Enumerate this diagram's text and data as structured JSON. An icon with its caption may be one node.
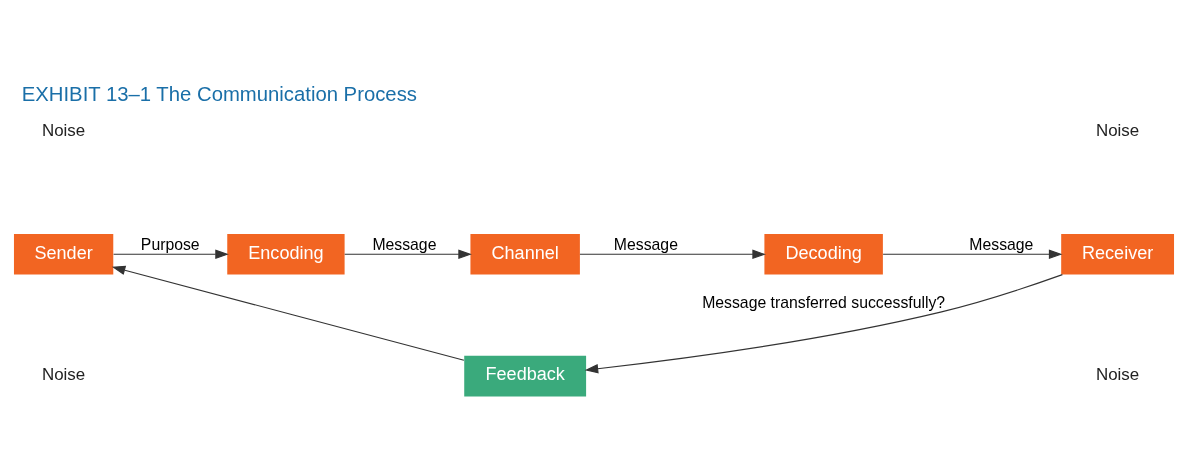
{
  "diagram": {
    "title": "EXHIBIT 13–1 The Communication Process",
    "nodes": [
      {
        "text": [
          "Sender"
        ]
      },
      {
        "text": [
          "Encoding"
        ]
      },
      {
        "text": [
          "Channel"
        ]
      },
      {
        "text": [
          "Decoding"
        ]
      },
      {
        "text": [
          "Receiver"
        ]
      },
      {
        "text": [
          "Feedback"
        ]
      }
    ],
    "edges": [
      {
        "from": 0,
        "to": 1,
        "arrow": "to",
        "label": "Purpose"
      },
      {
        "from": 1,
        "to": 2,
        "arrow": "to",
        "label": "Message"
      },
      {
        "from": 2,
        "to": 3,
        "arrow": "to",
        "label": "Message"
      },
      {
        "from": 3,
        "to": 4,
        "arrow": "to",
        "label": "Message"
      },
      {
        "from": 4,
        "to": 5,
        "arrow": "to",
        "label": "Message transferred successfully?"
      },
      {
        "from": 5,
        "to": 0,
        "arrow": "to"
      }
    ],
    "labels": [
      "Noise",
      "Noise",
      "Noise",
      "Noise"
    ]
  }
}
